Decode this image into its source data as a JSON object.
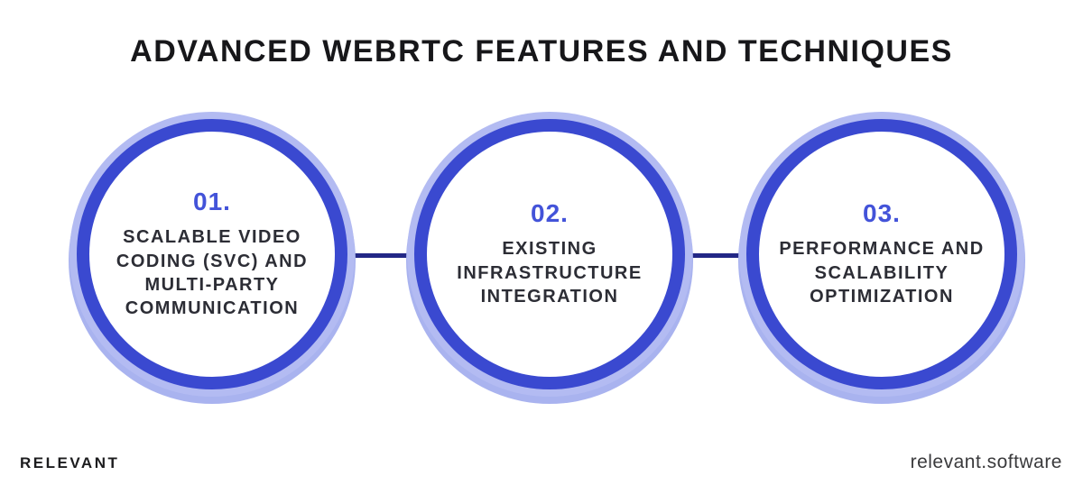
{
  "title": "ADVANCED WEBRTC FEATURES AND TECHNIQUES",
  "steps": [
    {
      "number": "01.",
      "lines": [
        "SCALABLE VIDEO",
        "CODING (SVC) AND",
        "MULTI-PARTY",
        "COMMUNICATION"
      ]
    },
    {
      "number": "02.",
      "lines": [
        "EXISTING",
        "INFRASTRUCTURE",
        "INTEGRATION"
      ]
    },
    {
      "number": "03.",
      "lines": [
        "PERFORMANCE AND",
        "SCALABILITY",
        "OPTIMIZATION"
      ]
    }
  ],
  "footer": {
    "brand": "RELEVANT",
    "website": "relevant.software"
  },
  "colors": {
    "ring_blue": "#3a49d0",
    "halo_blue": "#aab4f0",
    "number_blue": "#4353d9",
    "connector_navy": "#222786",
    "title_black": "#17171a",
    "label_dark": "#2c2d35"
  }
}
